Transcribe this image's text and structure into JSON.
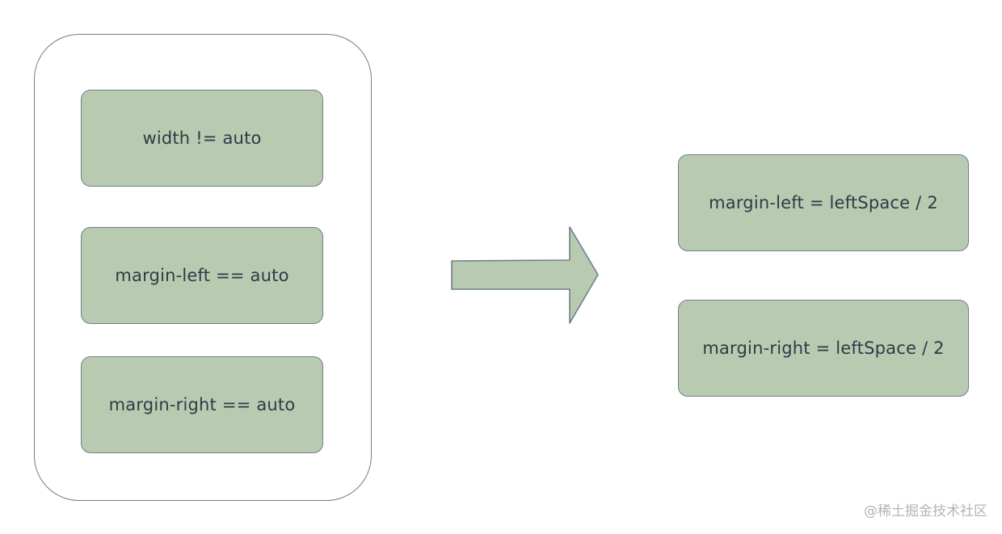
{
  "left_group": {
    "items": [
      {
        "label": "width != auto"
      },
      {
        "label": "margin-left == auto"
      },
      {
        "label": "margin-right == auto"
      }
    ]
  },
  "right_group": {
    "items": [
      {
        "label": "margin-left = leftSpace / 2"
      },
      {
        "label": "margin-right = leftSpace / 2"
      }
    ]
  },
  "watermark": "@稀土掘金技术社区",
  "colors": {
    "box_fill": "#b8cbb0",
    "stroke": "#6f7f8c",
    "text": "#2f3a48"
  }
}
